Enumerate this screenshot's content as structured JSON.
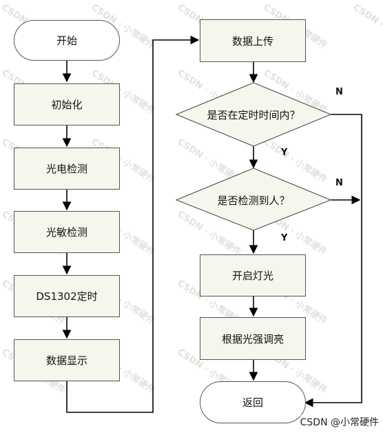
{
  "left_column": {
    "start": "开始",
    "init": "初始化",
    "photo_detect": "光电检测",
    "light_detect": "光敏检测",
    "rtc": "DS1302定时",
    "display": "数据显示"
  },
  "right_column": {
    "upload": "数据上传",
    "decision_time": "是否在定时时间内？",
    "decision_person": "是否检测到人？",
    "light_on": "开启灯光",
    "adjust": "根据光强调亮",
    "return": "返回"
  },
  "branch_labels": {
    "n1": "N",
    "y1": "Y",
    "n2": "N",
    "y2": "Y"
  },
  "watermark": "CSDN · 小常硬件",
  "footer": "CSDN @小常硬件",
  "colors": {
    "box_fill": "#f4f7ec",
    "box_border": "#545454",
    "line": "#000000"
  }
}
